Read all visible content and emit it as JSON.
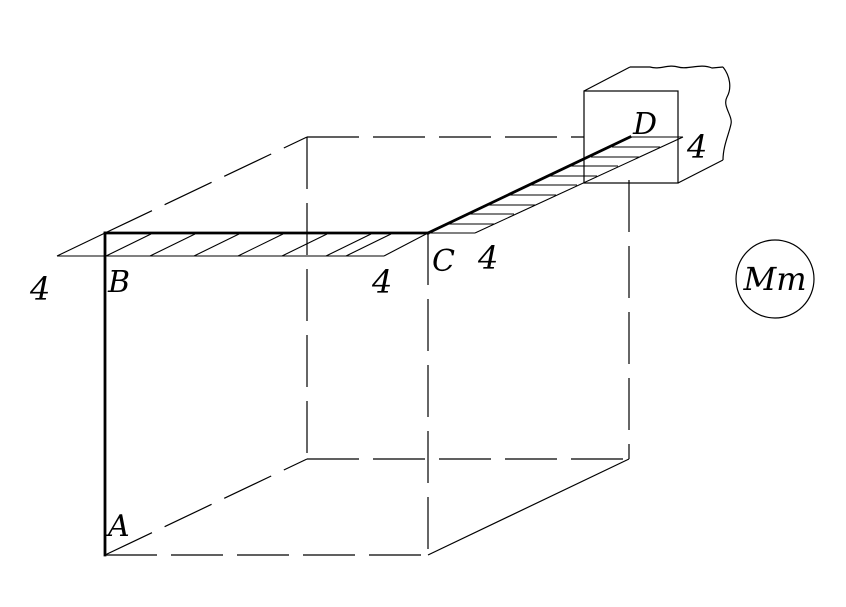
{
  "diagram": {
    "points": {
      "A": "A",
      "B": "B",
      "C": "C",
      "D": "D"
    },
    "dimensions": {
      "left_of_B": "4",
      "right_of_B": "4",
      "right_of_C": "4",
      "right_of_D": "4"
    },
    "badge": "Mm"
  },
  "colors": {
    "ink": "#000000",
    "background": "#ffffff"
  }
}
